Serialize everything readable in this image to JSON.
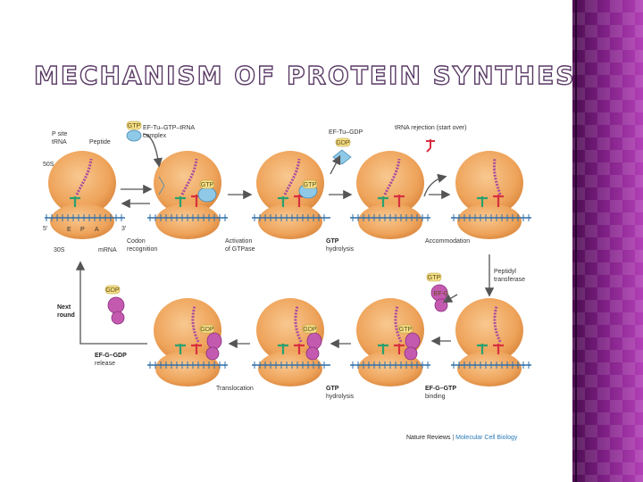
{
  "slide": {
    "title": "MECHANISM OF PROTEIN SYNTHESIS"
  },
  "figure": {
    "labels": {
      "p_site_trna": [
        "P site",
        "tRNA"
      ],
      "peptide": "Peptide",
      "subunit_50s": "50S",
      "subunit_30s": "30S",
      "sites": [
        "E",
        "P",
        "A"
      ],
      "five_prime": "5′",
      "three_prime": "3′",
      "mrna": "mRNA",
      "ternary_complex": [
        "EF-Tu–GTP–tRNA",
        "complex"
      ],
      "ef_tu_gdp": "EF-Tu–GDP",
      "trna_rejection": "tRNA rejection (start over)",
      "ef_g": "EF-G",
      "gtp": "GTP",
      "gdp": "GDP"
    },
    "steps": {
      "codon_recognition": [
        "Codon",
        "recognition"
      ],
      "activation": [
        "Activation",
        "of GTPase"
      ],
      "gtp_hydrolysis_top": [
        "GTP",
        "hydrolysis"
      ],
      "accommodation": "Accommodation",
      "peptidyl_transferase": [
        "Peptidyl",
        "transferase"
      ],
      "next_round": [
        "Next",
        "round"
      ],
      "ef_g_gdp_release": [
        "EF-G–GDP",
        "release"
      ],
      "translocation": "Translocation",
      "gtp_hydrolysis_bottom": [
        "GTP",
        "hydrolysis"
      ],
      "ef_g_gtp_binding": [
        "EF-G–GTP",
        "binding"
      ]
    },
    "credit": {
      "journal": "Nature Reviews",
      "separator": " | ",
      "section": "Molecular Cell Biology"
    }
  },
  "colors": {
    "ribosome": "#f0a860",
    "ribosome_edge": "#c86e28",
    "ef_tu": "#8ec9e8",
    "ef_g": "#c45ab0",
    "gtp_badge": "#f6e08a",
    "mrna": "#2f6fa8",
    "trna_red": "#d83040",
    "trna_green": "#2aa070",
    "peptide": "#a84aa0",
    "credit_blue": "#2a7ab8",
    "sidebar": "#7a1f80"
  }
}
